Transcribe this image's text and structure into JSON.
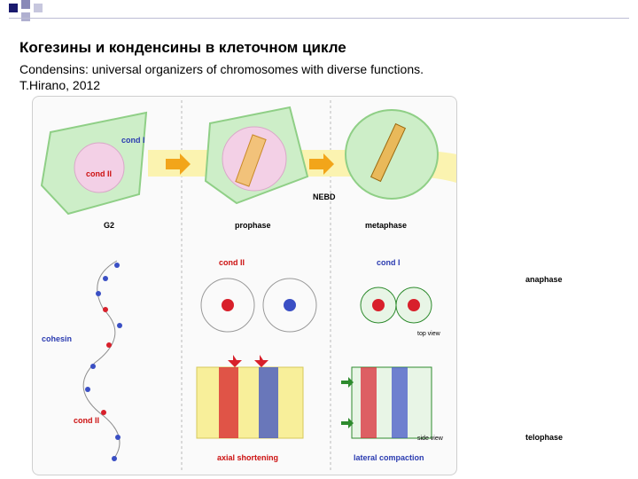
{
  "slide": {
    "title": "Когезины и конденсины в клеточном цикле",
    "subtitle_line1": "Condensins: universal organizers of chromosomes with diverse functions.",
    "subtitle_line2": "T.Hirano, 2012"
  },
  "figure": {
    "labels": {
      "cond_i_top": "cond I",
      "cond_ii_top": "cond II",
      "g2": "G2",
      "prophase": "prophase",
      "nebd": "NEBD",
      "metaphase": "metaphase",
      "anaphase": "anaphase",
      "telophase": "telophase",
      "cond_ii_mid": "cond II",
      "cond_i_mid": "cond I",
      "cohesin": "cohesin",
      "cond_ii_low": "cond II",
      "top_view": "top view",
      "side_view": "side view",
      "axial_shortening": "axial shortening",
      "lateral_compaction": "lateral compaction"
    },
    "colors": {
      "cell_fill": "#cdeec8",
      "cell_stroke": "#8fcf86",
      "nucleus_fill": "#f3d0e6",
      "arrow_band": "#fbf3b0",
      "arrow_orange": "#f2a51a",
      "red_dot": "#d8202b",
      "blue_dot": "#3a4fc4",
      "green_mark": "#2e8b2e",
      "label_blue": "#2a3bb0",
      "label_red": "#cc1010"
    }
  }
}
